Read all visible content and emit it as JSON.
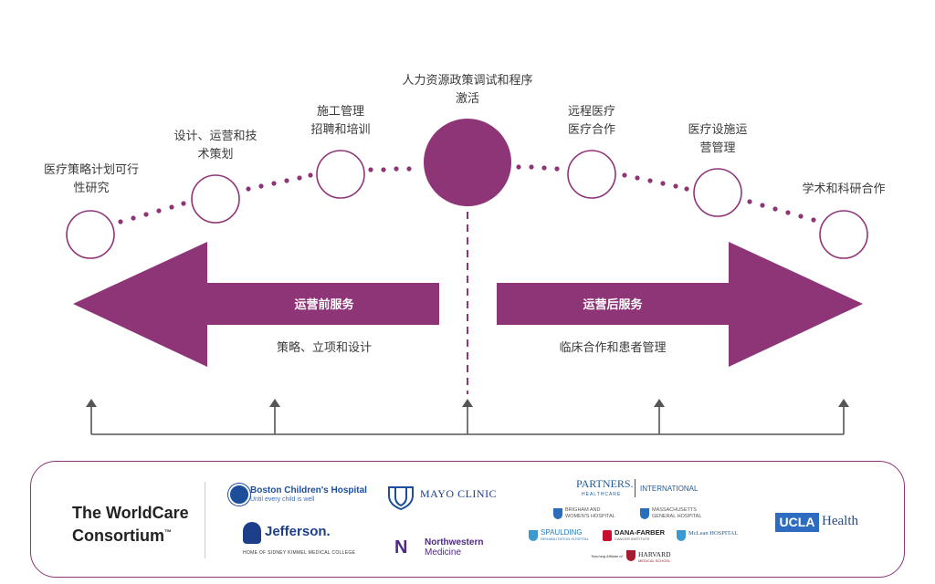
{
  "milestones_left": [
    {
      "label": "医疗策略计划可行\n性研究"
    },
    {
      "label": "设计、运营和技\n术策划"
    },
    {
      "label": "施工管理\n招聘和培训"
    }
  ],
  "center_milestone": {
    "label": "人力资源政策调试和程序\n激活"
  },
  "milestones_right": [
    {
      "label": "远程医疗\n医疗合作"
    },
    {
      "label": "医疗设施运\n营管理"
    },
    {
      "label": "学术和科研合作"
    }
  ],
  "arrows": {
    "left": {
      "title": "运营前服务",
      "subtitle": "策略、立项和设计"
    },
    "right": {
      "title": "运营后服务",
      "subtitle": "临床合作和患者管理"
    }
  },
  "colors": {
    "accent": "#8e3578",
    "line": "#555555"
  },
  "consortium": {
    "title_line1": "The WorldCare",
    "title_line2": "Consortium",
    "trademark": "™",
    "partners": {
      "boston_name": "Boston Children's Hospital",
      "boston_tagline": "Until every child is well",
      "jefferson_name": "Jefferson.",
      "jefferson_tagline": "HOME OF SIDNEY KIMMEL MEDICAL COLLEGE",
      "mayo": "MAYO CLINIC",
      "northwestern_line1": "Northwestern",
      "northwestern_line2": "Medicine",
      "partners_name": "PARTNERS.",
      "partners_sub": "HEALTHCARE",
      "partners_intl": "INTERNATIONAL",
      "brigham": "BRIGHAM AND\nWOMEN'S HOSPITAL",
      "mgh": "MASSACHUSETTS\nGENERAL HOSPITAL",
      "spaulding": "SPAULDING",
      "spaulding_sub": "REHABILITATION HOSPITAL",
      "dana": "DANA-FARBER",
      "dana_sub": "CANCER INSTITUTE",
      "mclean": "McLean HOSPITAL",
      "harvard_prefix": "Teaching Affiliate of",
      "harvard": "HARVARD",
      "harvard_sub": "MEDICAL SCHOOL",
      "ucla_box": "UCLA",
      "ucla_health": "Health"
    }
  }
}
